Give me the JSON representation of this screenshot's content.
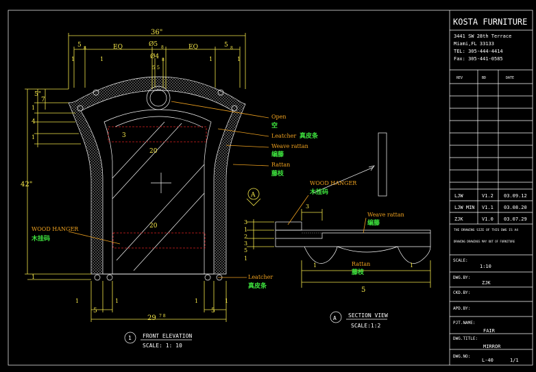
{
  "company": {
    "name": "KOSTA FURNITURE",
    "address_line1": "3441 SW 28th Terrace",
    "address_line2": "Miami,FL   33133",
    "tel": "TEL:  305-444-4414",
    "fax": "Fax:  305-441-0585"
  },
  "revision_table": {
    "headers": [
      "REV",
      "BD",
      "DATE"
    ],
    "rows": [
      {
        "by": "LJW",
        "rev": "V1.2",
        "date": "03.09.12"
      },
      {
        "by": "LJW MIN",
        "rev": "V1.1",
        "date": "03.08.20"
      },
      {
        "by": "ZJK",
        "rev": "V1.0",
        "date": "03.07.29"
      }
    ]
  },
  "notes": {
    "line1": "THE DRAWING SIZE OF THIS DWG IS A4",
    "line2": "DRAWING DRAWINGS MAY OUT OF FURNITURE"
  },
  "title_block": {
    "scale_label": "SCALE:",
    "scale_value": "1:10",
    "drawn_label": "DWG.BY:",
    "drawn_value": "ZJK",
    "checked_label": "CKD.BY:",
    "approved_label": "APD.BY:",
    "project_label": "PJT.NAME:",
    "project_value": "FAIR",
    "title_label": "DWG.TITLE:",
    "title_value": "MIRROR",
    "number_label": "DWG.NO:",
    "number_value": "L-40",
    "sheet": "1/1"
  },
  "front_elevation": {
    "callout_number": "1",
    "title": "FRONT ELEVATION",
    "scale": "SCALE: 1: 10",
    "dims": {
      "overall_width": "36\"",
      "eq_left": "EQ",
      "eq_right": "EQ",
      "top_5_left": "5",
      "top_5_left_frac": "8",
      "top_5_right": "5",
      "top_5_right_frac": "8",
      "circle_5": "Ø5",
      "circle_5_frac": "8",
      "circle_4": "Ø4",
      "circle_4_frac": "8",
      "small_5_5": "5 5",
      "frac_1_a": "1",
      "frac_1_b": "1",
      "frac_1_c": "1",
      "frac_1_d": "1",
      "left_5": "5\"",
      "left_7": "7",
      "left_1a": "1",
      "left_4": "4",
      "left_1b": "1",
      "left_1c": "1",
      "height_42": "42\"",
      "inner_3": "3",
      "inner_20_top": "20",
      "inner_20_bottom": "20",
      "bottom_width": "29",
      "bottom_width_frac": "7 8",
      "bottom_5_left": "5",
      "bottom_5_right": "5",
      "bottom_1_a": "1",
      "bottom_1_b": "1",
      "bottom_1_c": "1",
      "bottom_1_d": "1"
    },
    "labels": {
      "wood_hanger_en": "WOOD HANGER",
      "wood_hanger_cn": "木挂码",
      "leatcher_en": "Leatcher",
      "leatcher_cn": "真皮条"
    }
  },
  "callouts_middle": {
    "open_en": "Open",
    "open_cn": "空",
    "leatcher_en": "Leatcher",
    "leatcher_cn": "真皮条",
    "weave_en": "Weave rattan",
    "weave_cn": "编藤",
    "rattan_en": "Rattan",
    "rattan_cn": "藤枝",
    "section_marker": "A"
  },
  "section_view": {
    "callout_letter": "A",
    "title": "SECTION VIEW",
    "scale": "SCALE:1:2",
    "labels": {
      "wood_hanger_en": "WOOD HANGER",
      "wood_hanger_cn": "木挂码",
      "weave_en": "Weave rattan",
      "weave_cn": "编藤",
      "rattan_en": "Rattan",
      "rattan_cn": "藤枝"
    },
    "dims": {
      "top_3": "3",
      "left_3": "3",
      "left_1": "1",
      "left_2": "2",
      "left_3b": "3",
      "left_5": "5",
      "left_1b": "1",
      "width_5": "5",
      "dim_1_left": "1",
      "dim_1_right": "1"
    }
  }
}
